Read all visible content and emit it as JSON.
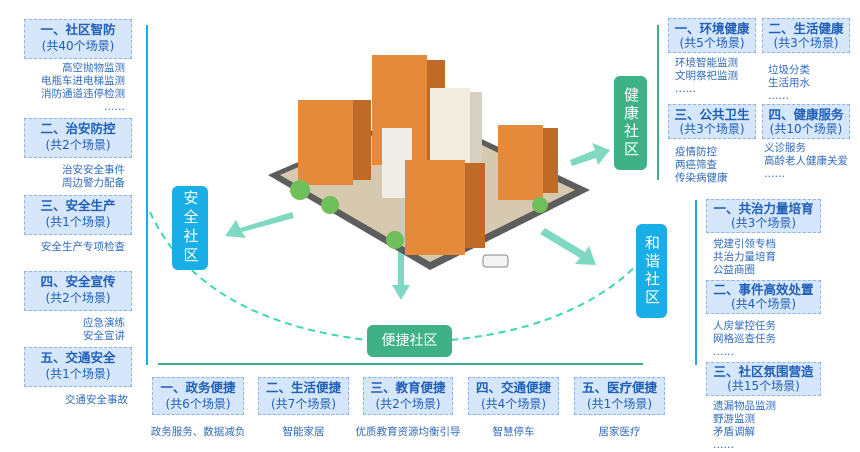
{
  "safe": {
    "label": "安全社区",
    "groups": [
      {
        "title": "一、社区智防",
        "count": "(共40个场景)",
        "items": [
          "高空抛物监测",
          "电瓶车进电梯监测",
          "消防通道违停检测",
          "……"
        ]
      },
      {
        "title": "二、治安防控",
        "count": "(共2个场景)",
        "items": [
          "治安安全事件",
          "周边警力配备"
        ]
      },
      {
        "title": "三、安全生产",
        "count": "(共1个场景)",
        "items": [
          "安全生产专项检查"
        ]
      },
      {
        "title": "四、安全宣传",
        "count": "(共2个场景)",
        "items": [
          "应急演练",
          "安全宣讲"
        ]
      },
      {
        "title": "五、交通安全",
        "count": "(共1个场景)",
        "items": [
          "交通安全事故"
        ]
      }
    ]
  },
  "health": {
    "label": "健康社区",
    "groups": [
      {
        "title": "一、环境健康",
        "count": "(共5个场景)",
        "items": [
          "环境智能监测",
          "文明祭祀监测",
          "……"
        ]
      },
      {
        "title": "二、生活健康",
        "count": "(共3个场景)",
        "items": [
          "垃圾分类",
          "生活用水",
          "……"
        ]
      },
      {
        "title": "三、公共卫生",
        "count": "(共3个场景)",
        "items": [
          "疫情防控",
          "两癌筛查",
          "传染病健康"
        ]
      },
      {
        "title": "四、健康服务",
        "count": "(共10个场景)",
        "items": [
          "义诊服务",
          "高龄老人健康关爱",
          "……"
        ]
      }
    ]
  },
  "harmony": {
    "label": "和谐社区",
    "groups": [
      {
        "title": "一、共治力量培育",
        "count": "(共3个场景)",
        "items": [
          "党建引领专档",
          "共治力量培育",
          "公益商圈"
        ]
      },
      {
        "title": "二、事件高效处置",
        "count": "(共4个场景)",
        "items": [
          "人房掌控任务",
          "网格巡查任务",
          "……"
        ]
      },
      {
        "title": "三、社区氛围营造",
        "count": "(共15个场景)",
        "items": [
          "遗漏物品监测",
          "野游监测",
          "矛盾调解",
          "……"
        ]
      }
    ]
  },
  "convenient": {
    "label": "便捷社区",
    "groups": [
      {
        "title": "一、政务便捷",
        "count": "(共6个场景)",
        "items": [
          "政务服务、数据减负"
        ]
      },
      {
        "title": "二、生活便捷",
        "count": "(共7个场景)",
        "items": [
          "智能家居"
        ]
      },
      {
        "title": "三、教育便捷",
        "count": "(共2个场景)",
        "items": [
          "优质教育资源均衡引导"
        ]
      },
      {
        "title": "四、交通便捷",
        "count": "(共4个场景)",
        "items": [
          "智慧停车"
        ]
      },
      {
        "title": "五、医疗便捷",
        "count": "(共1个场景)",
        "items": [
          "居家医疗"
        ]
      }
    ]
  },
  "colors": {
    "blue": "#19aee6",
    "green": "#3fb187",
    "box": "#d6e6fb",
    "text": "#1f5fb8"
  }
}
